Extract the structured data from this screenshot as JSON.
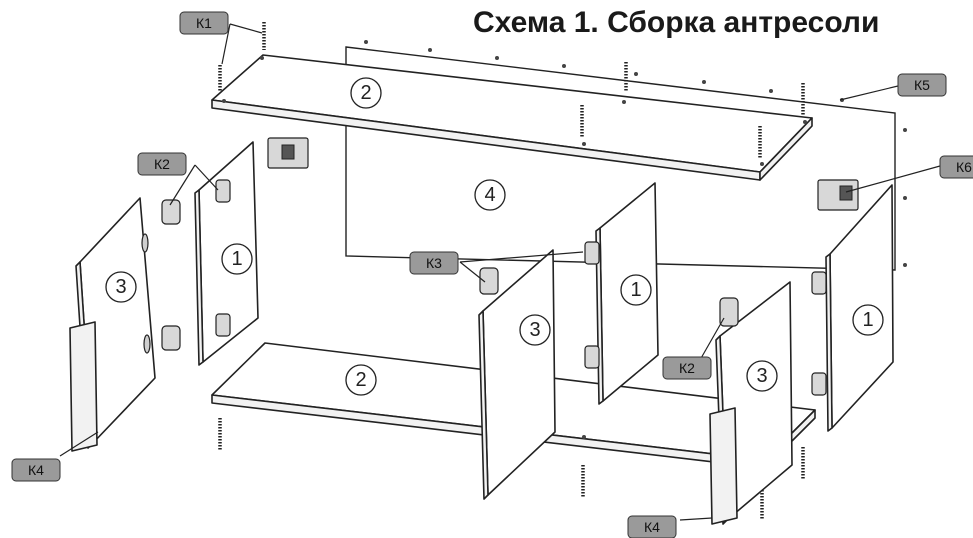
{
  "title": "Схема 1. Сборка антресоли",
  "part_numbers": {
    "side": "1",
    "shelf": "2",
    "door": "3",
    "back": "4"
  },
  "tags": {
    "k1": "К1",
    "k2": "К2",
    "k3": "К3",
    "k4": "К4",
    "k5": "К5",
    "k6": "К6"
  }
}
